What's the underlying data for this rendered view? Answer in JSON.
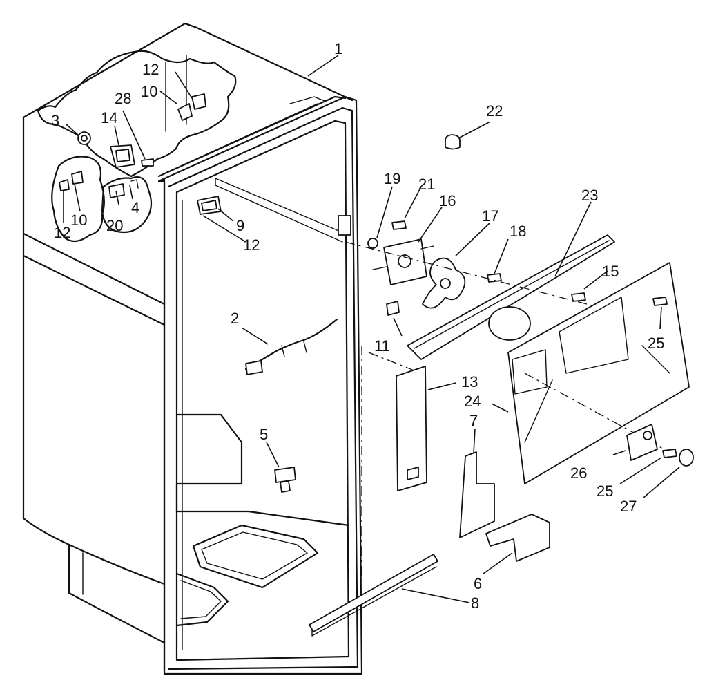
{
  "diagram": {
    "callouts": [
      {
        "id": "1",
        "label": "1"
      },
      {
        "id": "2",
        "label": "2"
      },
      {
        "id": "3",
        "label": "3"
      },
      {
        "id": "4",
        "label": "4"
      },
      {
        "id": "5",
        "label": "5"
      },
      {
        "id": "6",
        "label": "6"
      },
      {
        "id": "7",
        "label": "7"
      },
      {
        "id": "8",
        "label": "8"
      },
      {
        "id": "9",
        "label": "9"
      },
      {
        "id": "10a",
        "label": "10"
      },
      {
        "id": "10b",
        "label": "10"
      },
      {
        "id": "11",
        "label": "11"
      },
      {
        "id": "12a",
        "label": "12"
      },
      {
        "id": "12b",
        "label": "12"
      },
      {
        "id": "12c",
        "label": "12"
      },
      {
        "id": "13",
        "label": "13"
      },
      {
        "id": "14",
        "label": "14"
      },
      {
        "id": "15",
        "label": "15"
      },
      {
        "id": "16",
        "label": "16"
      },
      {
        "id": "17",
        "label": "17"
      },
      {
        "id": "18",
        "label": "18"
      },
      {
        "id": "19",
        "label": "19"
      },
      {
        "id": "20",
        "label": "20"
      },
      {
        "id": "21",
        "label": "21"
      },
      {
        "id": "22",
        "label": "22"
      },
      {
        "id": "23",
        "label": "23"
      },
      {
        "id": "24",
        "label": "24"
      },
      {
        "id": "25a",
        "label": "25"
      },
      {
        "id": "25b",
        "label": "25"
      },
      {
        "id": "26",
        "label": "26"
      },
      {
        "id": "27",
        "label": "27"
      },
      {
        "id": "28",
        "label": "28"
      }
    ]
  }
}
